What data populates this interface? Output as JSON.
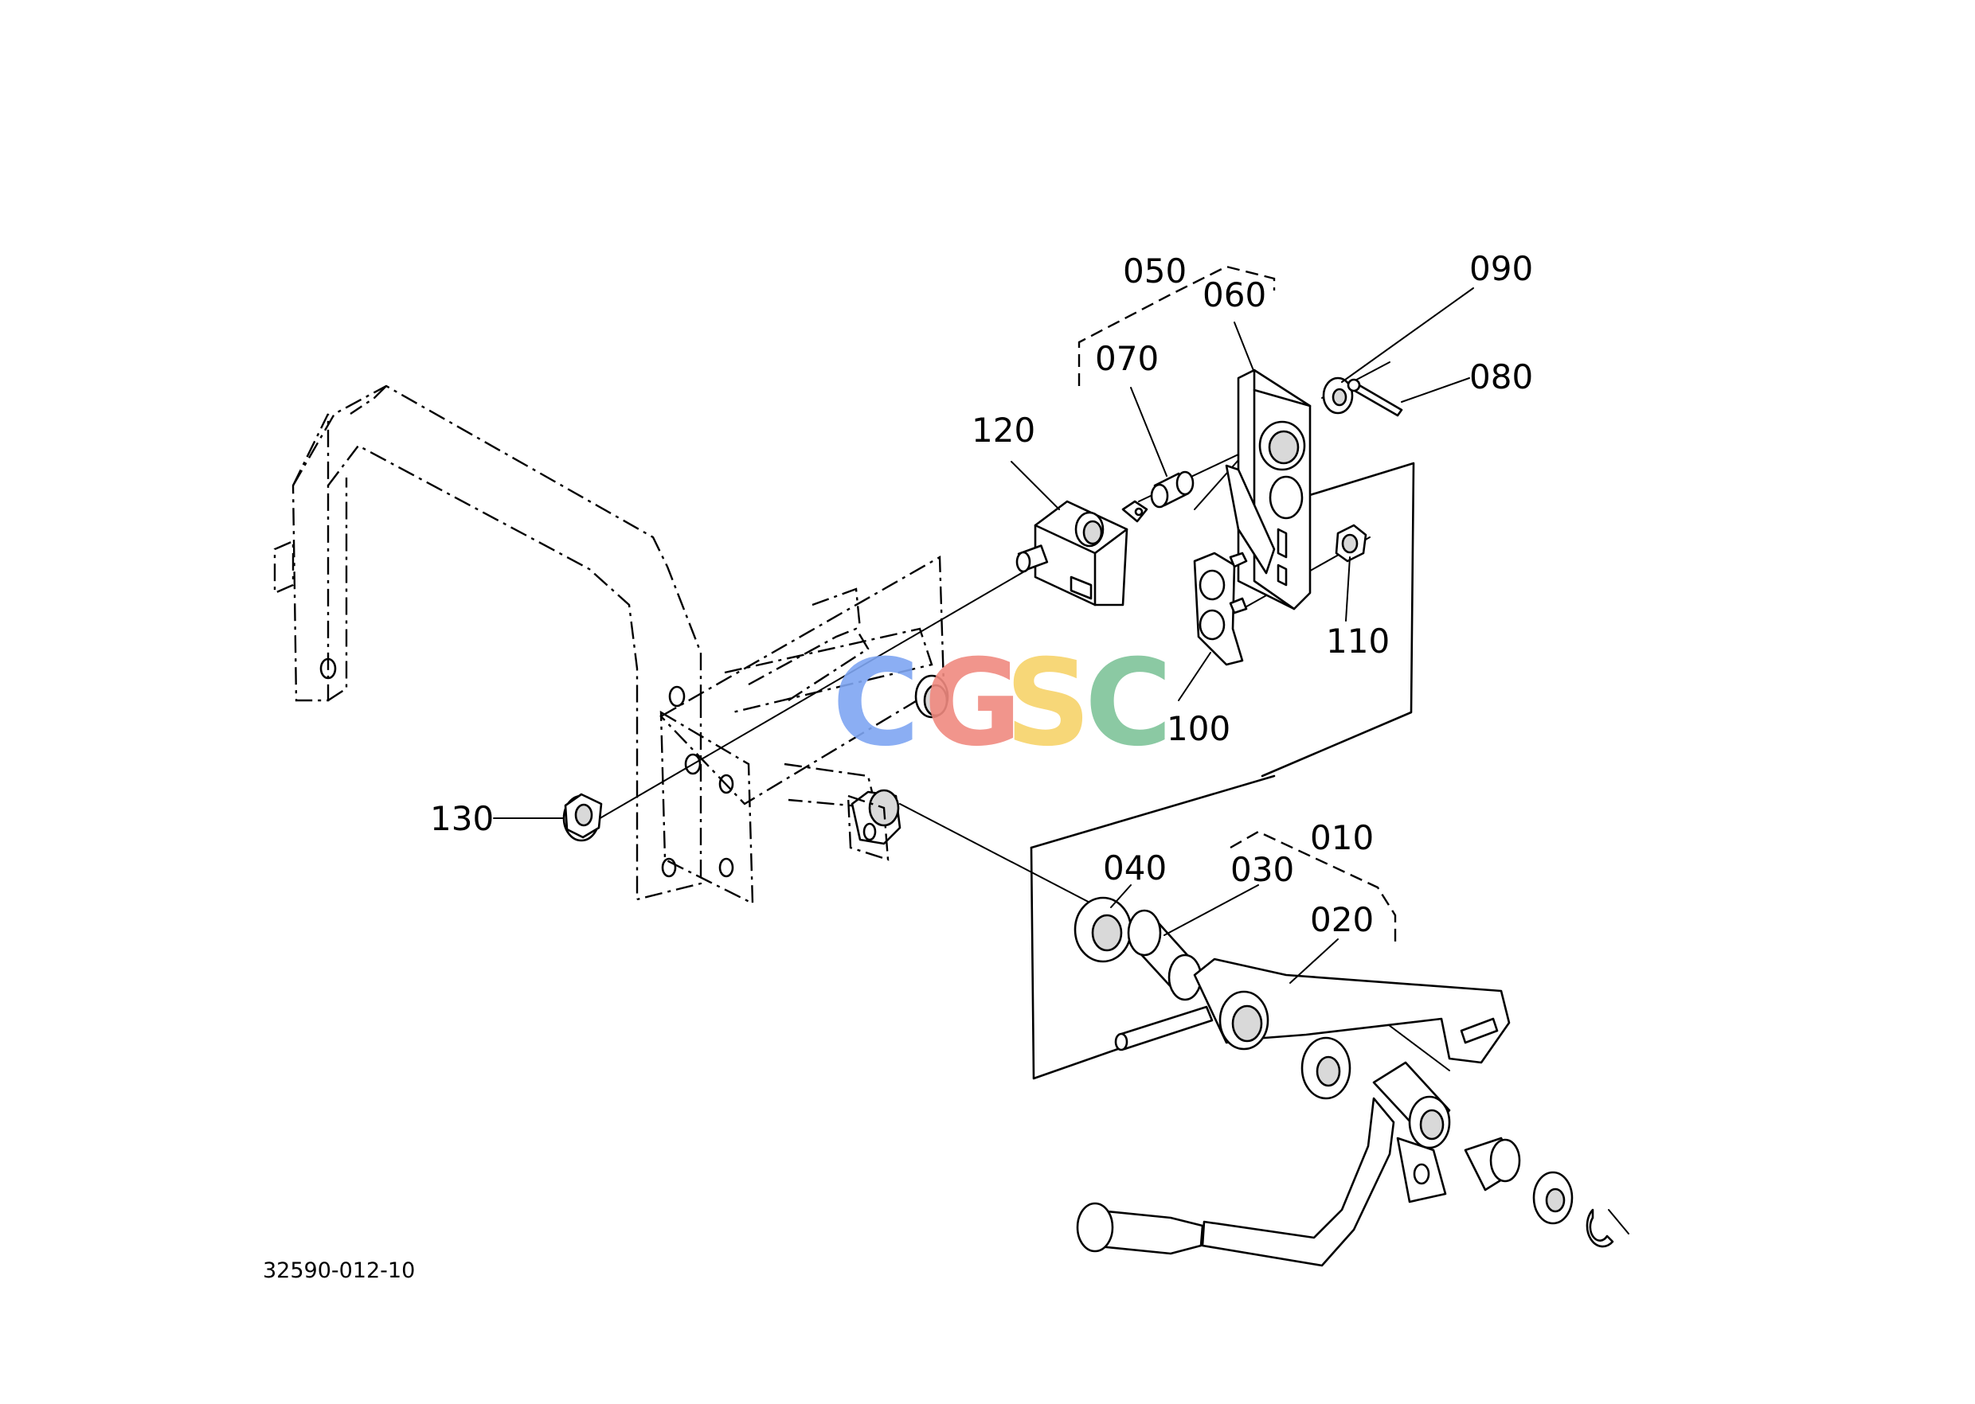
{
  "drawing_code": "32590-012-10",
  "watermark": {
    "letters": [
      "C",
      "G",
      "S",
      "C"
    ],
    "colors": [
      "#7fa6f2",
      "#f08a80",
      "#f7d36a",
      "#7fc49a"
    ]
  },
  "callouts": {
    "p010": "010",
    "p020": "020",
    "p030": "030",
    "p040": "040",
    "p050": "050",
    "p060": "060",
    "p070": "070",
    "p080": "080",
    "p090": "090",
    "p100": "100",
    "p110": "110",
    "p120": "120",
    "p130": "130"
  }
}
